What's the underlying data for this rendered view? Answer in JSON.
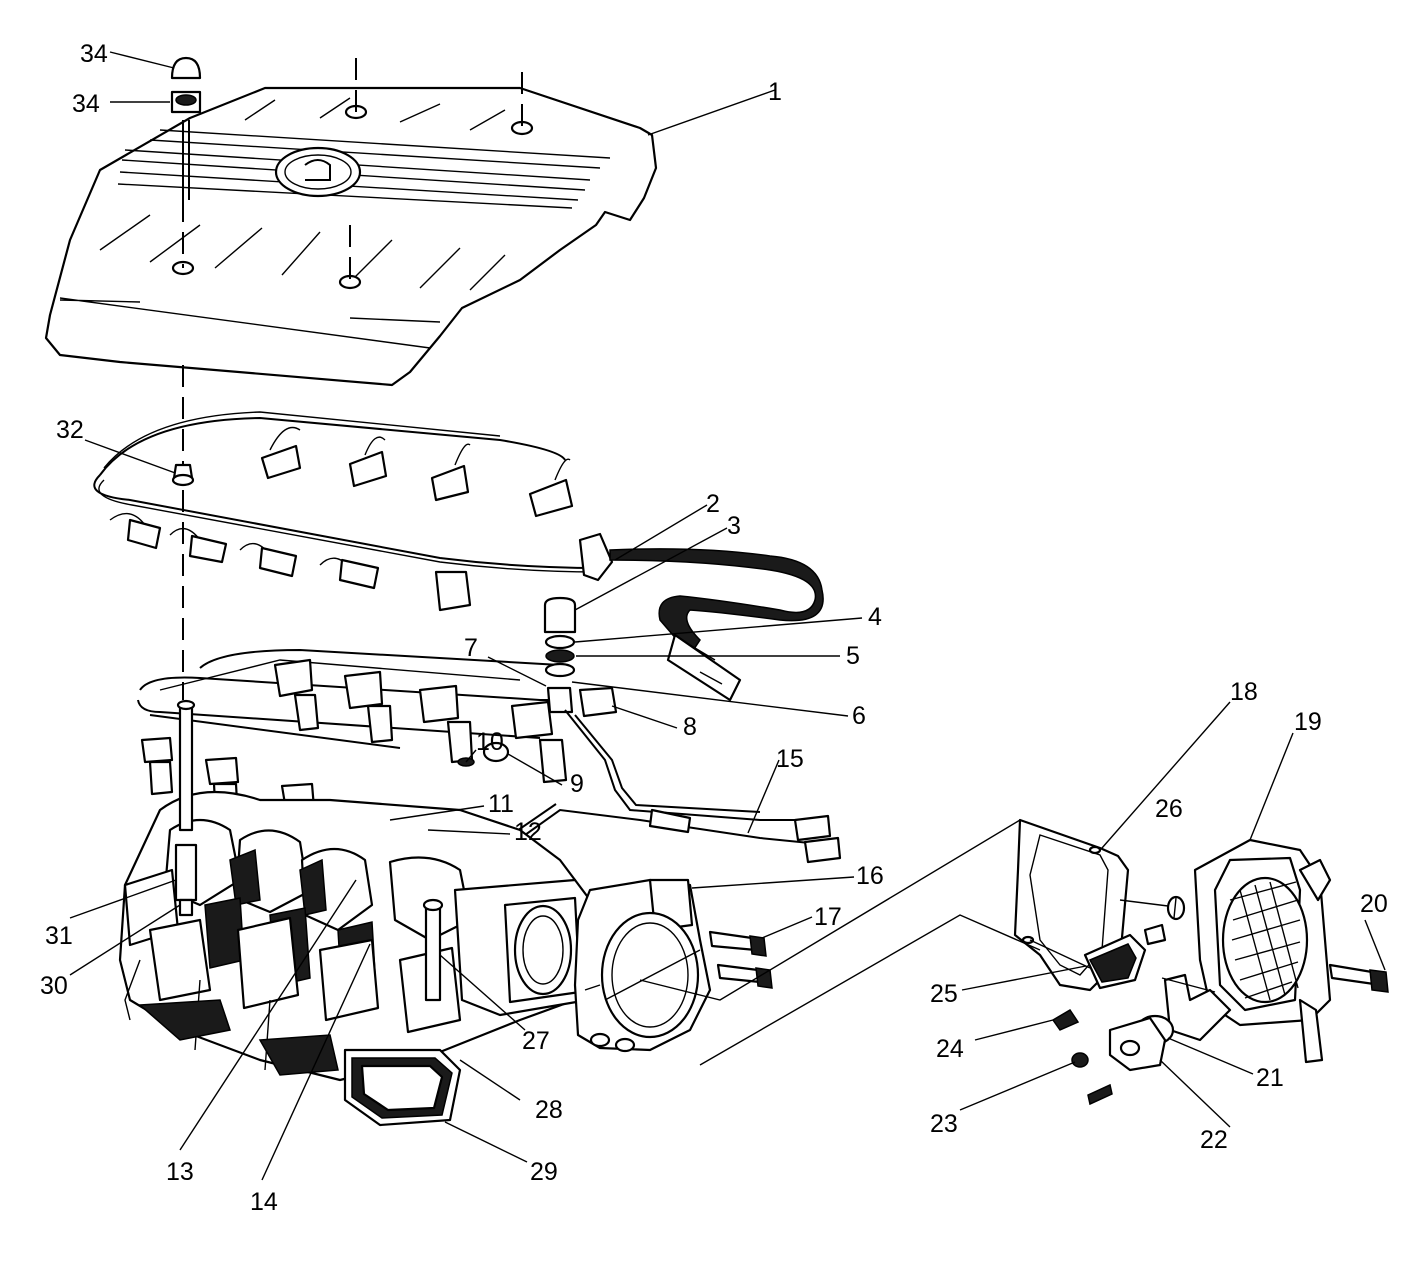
{
  "callouts": [
    {
      "id": "c1",
      "text": "1"
    },
    {
      "id": "c2",
      "text": "2"
    },
    {
      "id": "c3",
      "text": "3"
    },
    {
      "id": "c4",
      "text": "4"
    },
    {
      "id": "c5",
      "text": "5"
    },
    {
      "id": "c6",
      "text": "6"
    },
    {
      "id": "c7",
      "text": "7"
    },
    {
      "id": "c8",
      "text": "8"
    },
    {
      "id": "c9",
      "text": "9"
    },
    {
      "id": "c10",
      "text": "10"
    },
    {
      "id": "c11",
      "text": "11"
    },
    {
      "id": "c12",
      "text": "12"
    },
    {
      "id": "c13",
      "text": "13"
    },
    {
      "id": "c14",
      "text": "14"
    },
    {
      "id": "c15",
      "text": "15"
    },
    {
      "id": "c16",
      "text": "16"
    },
    {
      "id": "c17",
      "text": "17"
    },
    {
      "id": "c18",
      "text": "18"
    },
    {
      "id": "c19",
      "text": "19"
    },
    {
      "id": "c20",
      "text": "20"
    },
    {
      "id": "c21",
      "text": "21"
    },
    {
      "id": "c22",
      "text": "22"
    },
    {
      "id": "c23",
      "text": "23"
    },
    {
      "id": "c24",
      "text": "24"
    },
    {
      "id": "c25",
      "text": "25"
    },
    {
      "id": "c26",
      "text": "26"
    },
    {
      "id": "c27",
      "text": "27"
    },
    {
      "id": "c28",
      "text": "28"
    },
    {
      "id": "c29",
      "text": "29"
    },
    {
      "id": "c30",
      "text": "30"
    },
    {
      "id": "c31",
      "text": "31"
    },
    {
      "id": "c32",
      "text": "32"
    },
    {
      "id": "c34a",
      "text": "34"
    },
    {
      "id": "c34b",
      "text": "34"
    }
  ],
  "colors": {
    "line": "#000000",
    "background": "#ffffff"
  }
}
